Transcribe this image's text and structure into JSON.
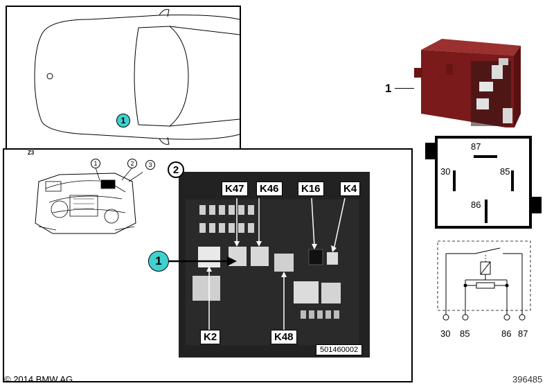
{
  "top_view": {
    "marker": "1"
  },
  "engine_bay": {
    "zone_label": "Z3",
    "callouts": [
      "1",
      "2",
      "3"
    ]
  },
  "photo": {
    "panel_number": "2",
    "marker": "1",
    "relay_labels": {
      "k47": "K47",
      "k46": "K46",
      "k16": "K16",
      "k4": "K4",
      "k2": "K2",
      "k48": "K48"
    },
    "image_code": "501460002"
  },
  "relay": {
    "part_number": "1"
  },
  "pin_diagram": {
    "pins": [
      "87",
      "30",
      "85",
      "86"
    ]
  },
  "schematic": {
    "terminals": [
      "30",
      "85",
      "86",
      "87"
    ]
  },
  "footer": {
    "copyright": "© 2014 BMW AG",
    "diagram_id": "396485"
  },
  "colors": {
    "marker_cyan": "#40d0d0",
    "relay_red": "#7a1a1a"
  }
}
